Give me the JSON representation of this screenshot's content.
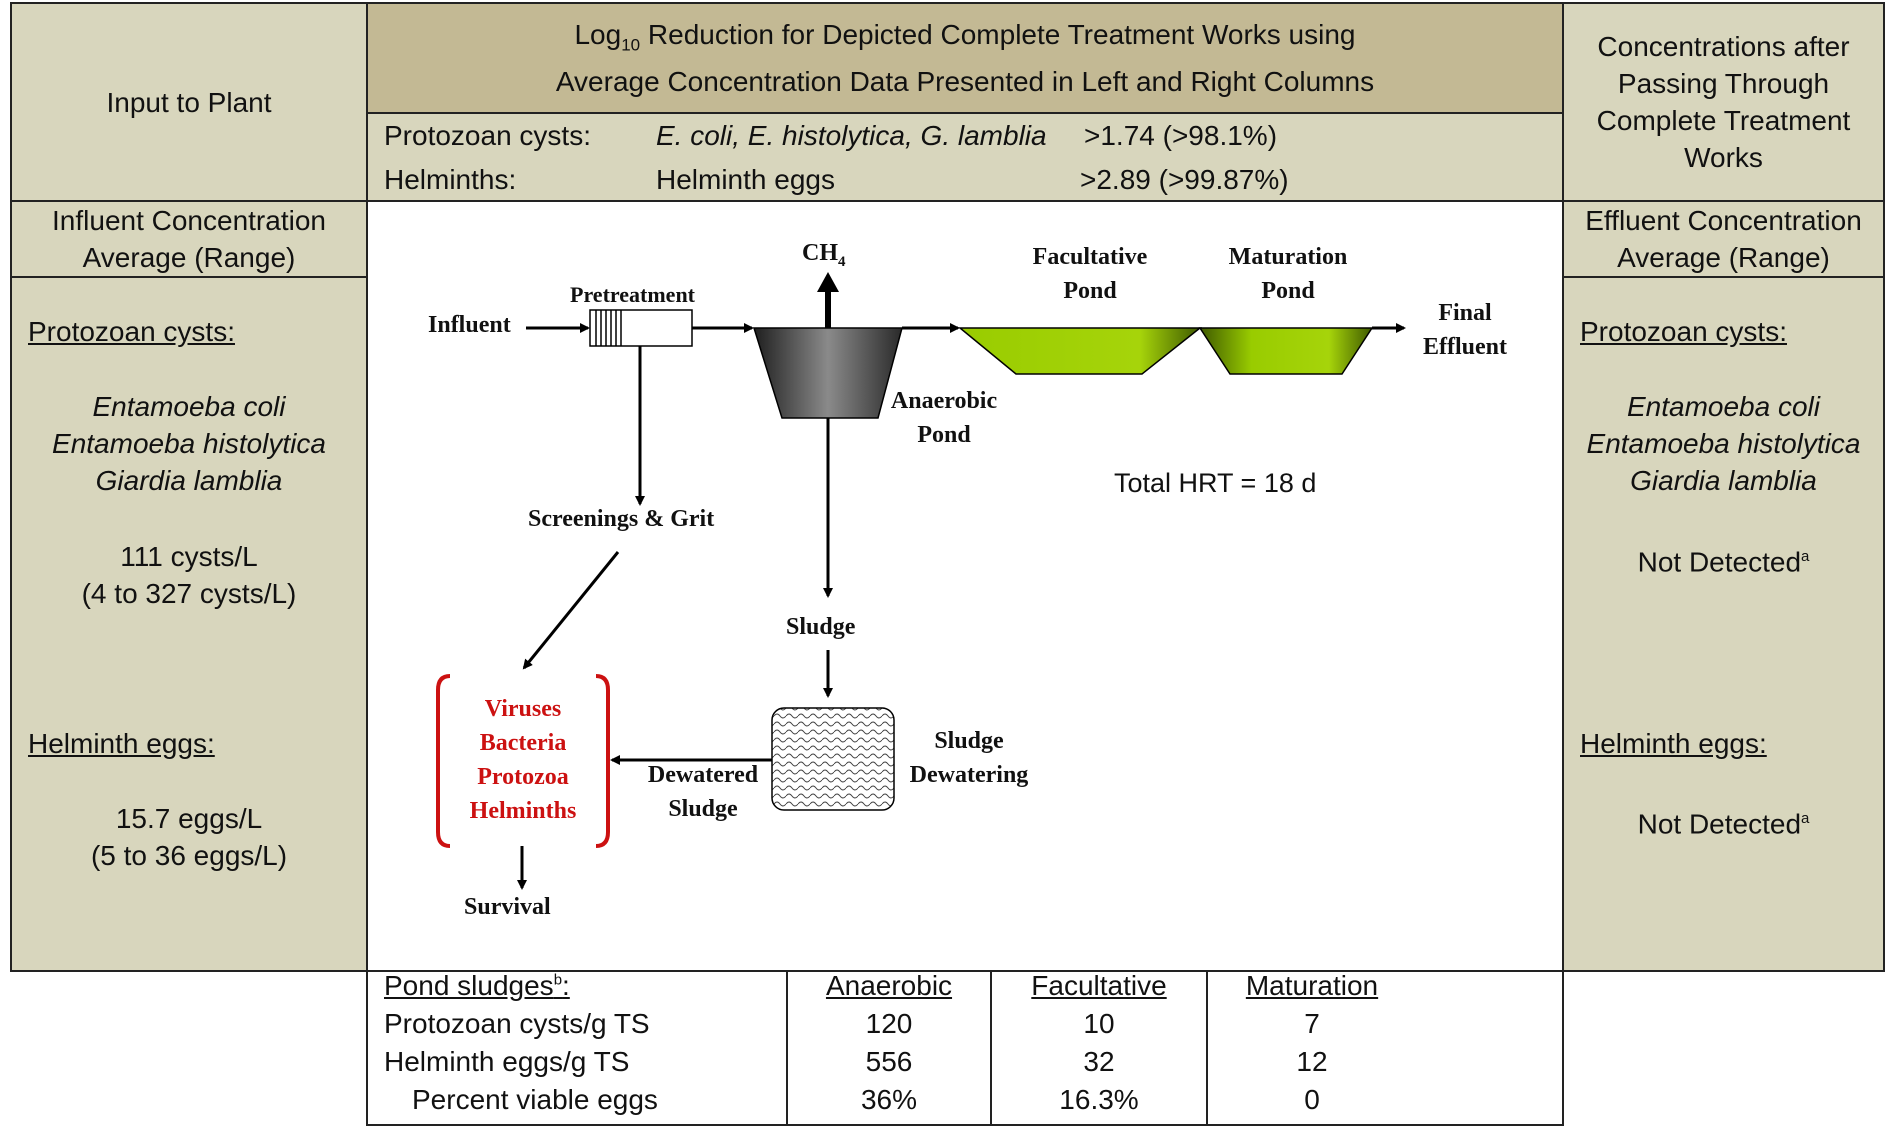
{
  "left": {
    "top_header": "Input to Plant",
    "conc_header_line1": "Influent Concentration",
    "conc_header_line2": "Average (Range)",
    "protozoa_heading": "Protozoan cysts:",
    "organisms": [
      "Entamoeba coli",
      "Entamoeba histolytica",
      "Giardia lamblia"
    ],
    "protozoa_value": "111 cysts/L",
    "protozoa_range": "(4 to 327 cysts/L)",
    "helminth_heading": "Helminth eggs:",
    "helminth_value": "15.7 eggs/L",
    "helminth_range": "(5 to 36 eggs/L)"
  },
  "center": {
    "title_pre": "Log",
    "title_sub": "10",
    "title_line1_rest": " Reduction for Depicted Complete Treatment Works using",
    "title_line2": "Average Concentration Data Presented in Left and Right Columns",
    "rows": [
      {
        "label": "Protozoan cysts:",
        "organisms": "E. coli, E. histolytica, G. lamblia",
        "value": ">1.74 (>98.1%)"
      },
      {
        "label": "Helminths:",
        "organisms": "Helminth eggs",
        "value": ">2.89 (>99.87%)"
      }
    ]
  },
  "right": {
    "top_header": [
      "Concentrations after",
      "Passing Through",
      "Complete Treatment",
      "Works"
    ],
    "conc_header_line1": "Effluent Concentration",
    "conc_header_line2": "Average (Range)",
    "protozoa_heading": "Protozoan cysts:",
    "organisms": [
      "Entamoeba coli",
      "Entamoeba histolytica",
      "Giardia lamblia"
    ],
    "protozoa_value": "Not Detected",
    "helminth_heading": "Helminth eggs:",
    "helminth_value": "Not Detected",
    "footnote_mark": "a"
  },
  "diagram": {
    "influent": "Influent",
    "pretreatment": "Pretreatment",
    "ch4_base": "CH",
    "ch4_sub": "4",
    "facultative_line1": "Facultative",
    "facultative_line2": "Pond",
    "maturation_line1": "Maturation",
    "maturation_line2": "Pond",
    "final_line1": "Final",
    "final_line2": "Effluent",
    "anaerobic_line1": "Anaerobic",
    "anaerobic_line2": "Pond",
    "hrt": "Total HRT = 18 d",
    "screenings": "Screenings & Grit",
    "sludge": "Sludge",
    "sludge_dewatering_line1": "Sludge",
    "sludge_dewatering_line2": "Dewatering",
    "dewatered_line1": "Dewatered",
    "dewatered_line2": "Sludge",
    "pathogens": [
      "Viruses",
      "Bacteria",
      "Protozoa",
      "Helminths"
    ],
    "survival": "Survival",
    "colors": {
      "pond_green": "#99cc00",
      "anaerobic_dark": "#3a3a3a",
      "pathogen_red": "#cc1111"
    }
  },
  "sludges": {
    "heading": "Pond sludges",
    "heading_mark": "b",
    "heading_colon": ":",
    "columns": [
      "Anaerobic",
      "Facultative",
      "Maturation"
    ],
    "rows": [
      {
        "label": "Protozoan cysts/g TS",
        "values": [
          "120",
          "10",
          "7"
        ]
      },
      {
        "label": "Helminth eggs/g TS",
        "values": [
          "556",
          "32",
          "12"
        ]
      },
      {
        "label": "Percent viable eggs",
        "values": [
          "36%",
          "16.3%",
          "0"
        ]
      }
    ]
  }
}
